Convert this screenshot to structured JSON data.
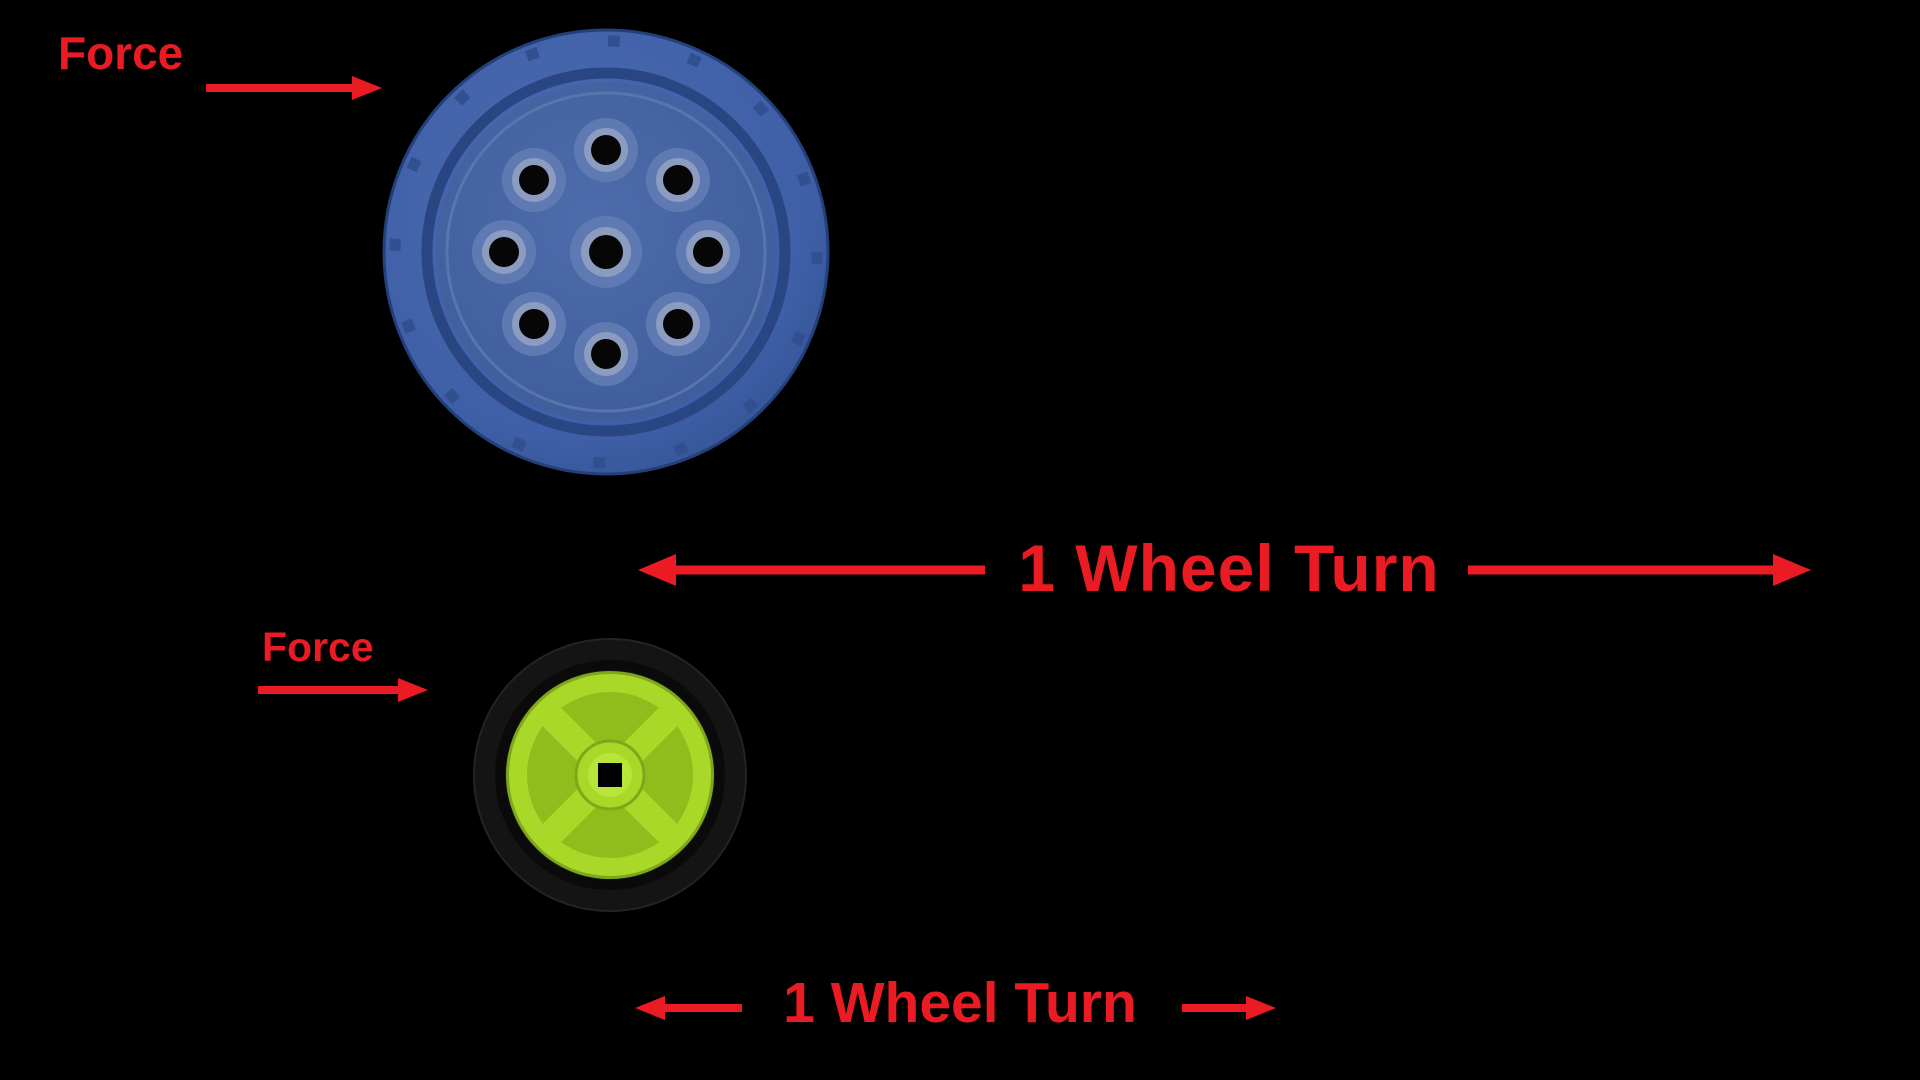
{
  "title": "Wheel size vs distance per turn diagram",
  "colors": {
    "background": "#000000",
    "annotation": "#ea1b23",
    "large_wheel_blue": "#3f5fa8",
    "large_wheel_face": "#46639f",
    "large_wheel_boss": "#5f79b3",
    "small_wheel_green": "#a5d324",
    "small_wheel_recess": "#8fbe1c",
    "tire": "#141414",
    "hole": "#060606"
  },
  "annotations": {
    "force_large": "Force",
    "force_small": "Force",
    "turn_large": "1 Wheel Turn",
    "turn_small": "1 Wheel Turn"
  }
}
